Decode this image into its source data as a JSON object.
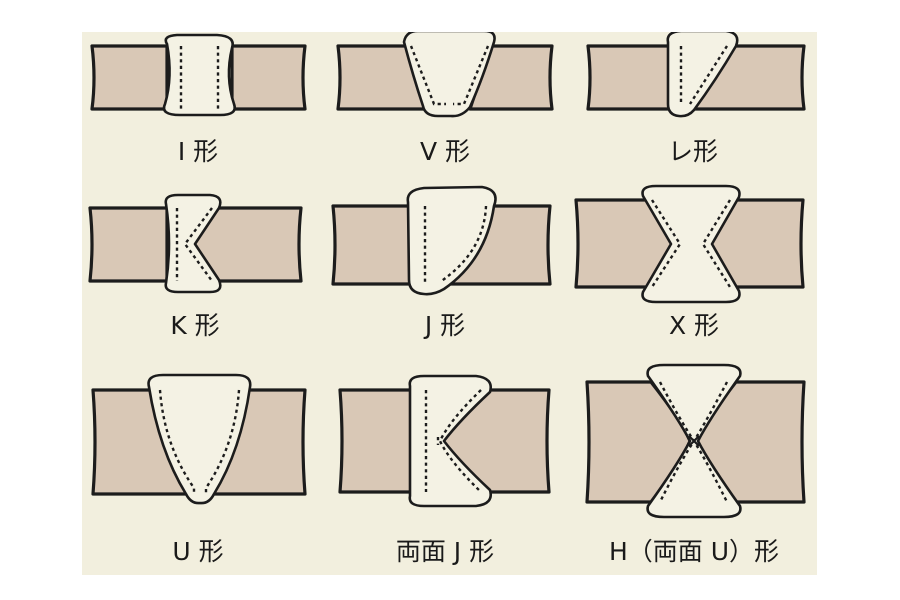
{
  "colors": {
    "background": "#f2efde",
    "base_metal": "#d9c8b6",
    "weld_metal": "#f4f2e4",
    "outline": "#1c1c1c"
  },
  "joints": [
    {
      "id": "i",
      "label": "I 形"
    },
    {
      "id": "v",
      "label": "V 形"
    },
    {
      "id": "l",
      "label": "レ形"
    },
    {
      "id": "k",
      "label": "K 形"
    },
    {
      "id": "j",
      "label": "J 形"
    },
    {
      "id": "x",
      "label": "X 形"
    },
    {
      "id": "u",
      "label": "U 形"
    },
    {
      "id": "dj",
      "label": "両面 J 形"
    },
    {
      "id": "h",
      "label": "H（両面 U）形"
    }
  ]
}
